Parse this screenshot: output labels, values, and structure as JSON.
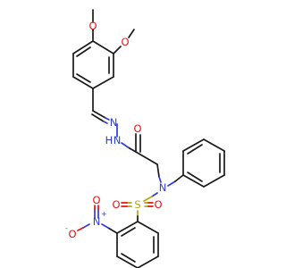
{
  "colors": {
    "carbon": "#1a1a1a",
    "oxygen": "#e8120f",
    "nitrogen": "#2f3fd6",
    "sulfur": "#b3a515"
  },
  "atoms": {
    "o_methoxy_top": "O",
    "o_methoxy_right": "O",
    "n_hydrazone_1": "N",
    "n_hydrazone_2": "N",
    "h_hydrazone": "H",
    "o_carbonyl": "O",
    "n_sulfonamide": "N",
    "s_sulfonyl": "S",
    "o_sulfonyl_left": "O",
    "o_sulfonyl_right": "O",
    "n_nitro": "N",
    "n_nitro_charge": "+",
    "o_nitro_left": "O",
    "o_nitro_charge": "-",
    "o_nitro_top": "O"
  }
}
